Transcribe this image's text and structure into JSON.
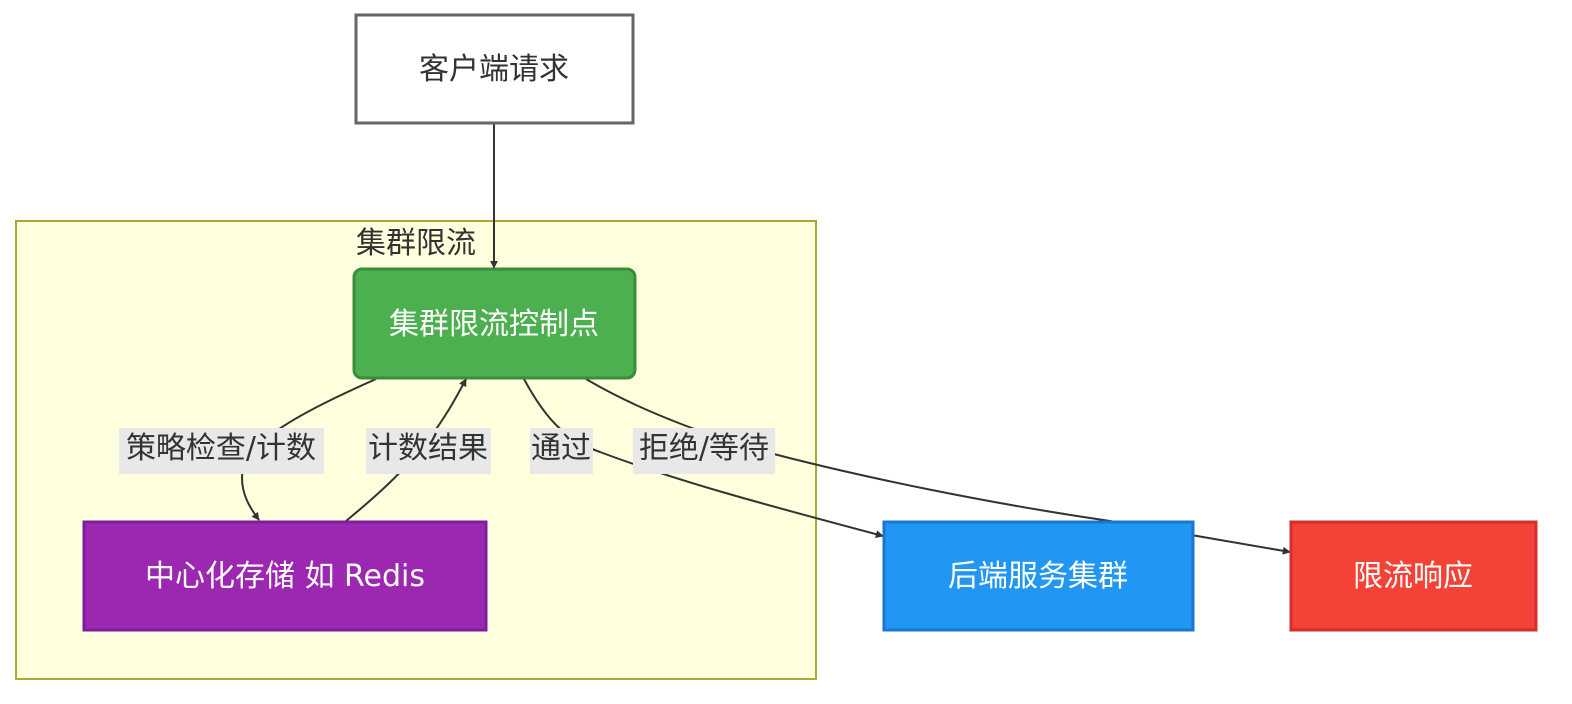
{
  "cluster": {
    "title": "集群限流",
    "fill": "#FFFFDE",
    "stroke": "#AAAA33"
  },
  "nodes": {
    "client": {
      "label": "客户端请求",
      "fill": "#FFFFFF",
      "stroke": "#666666",
      "text_color": "#333333"
    },
    "control": {
      "label": "集群限流控制点",
      "fill": "#4CAF50",
      "stroke": "#388E3C",
      "text_color": "#FFFFFF"
    },
    "storage": {
      "label": "中心化存储 如 Redis",
      "fill": "#9C27B0",
      "stroke": "#7B1FA2",
      "text_color": "#FFFFFF"
    },
    "backend": {
      "label": "后端服务集群",
      "fill": "#2196F3",
      "stroke": "#1976D2",
      "text_color": "#FFFFFF"
    },
    "response": {
      "label": "限流响应",
      "fill": "#F44336",
      "stroke": "#D32F2F",
      "text_color": "#FFFFFF"
    }
  },
  "edges": {
    "policy": {
      "label": "策略检查/计数"
    },
    "result": {
      "label": "计数结果"
    },
    "pass": {
      "label": "通过"
    },
    "reject": {
      "label": "拒绝/等待"
    }
  },
  "colors": {
    "edge": "#333333",
    "label_bg": "#E8E8E8"
  }
}
